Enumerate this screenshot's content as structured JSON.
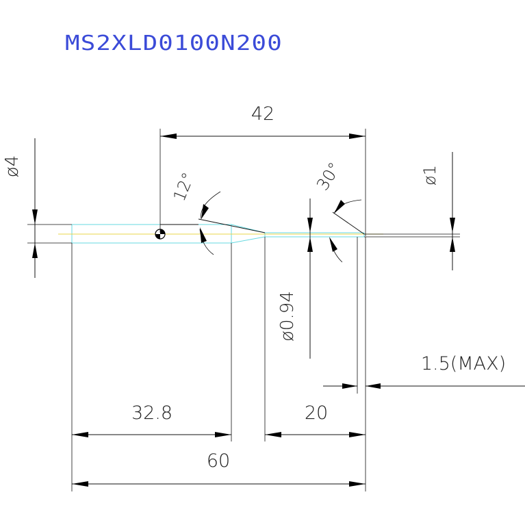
{
  "title": "MS2XLD0100N200",
  "dimensions": {
    "overall_length": "42",
    "shank_diameter": "ø4",
    "tip_diameter": "ø1",
    "angle_small": "12°",
    "angle_tip": "30°",
    "neck_diameter": "ø0.94",
    "max_length": "1.5(MAX)",
    "shank_length": "32.8",
    "tip_length": "20",
    "total_length": "60"
  },
  "colors": {
    "title": "#3b4bd8",
    "body_outline": "#66d9e0",
    "centerline": "#e8d44a",
    "dimension_lines": "#111111",
    "text": "#222222"
  }
}
